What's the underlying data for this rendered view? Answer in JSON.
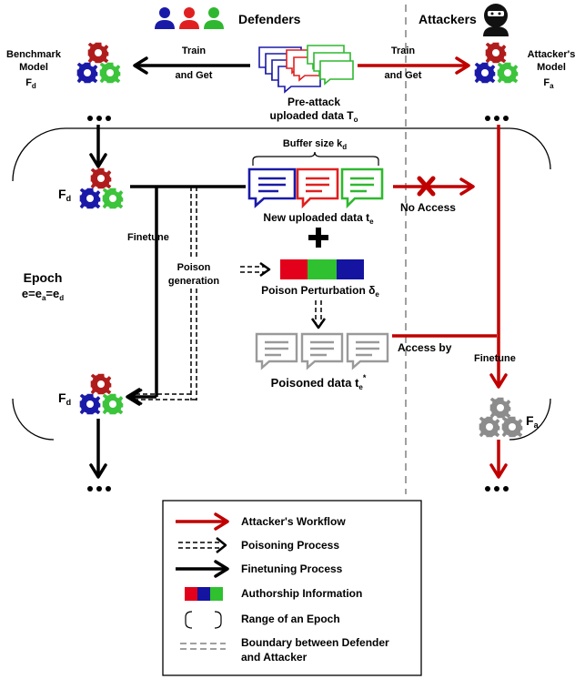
{
  "header": {
    "defenders": "Defenders",
    "attackers": "Attackers"
  },
  "defender_side": {
    "benchmark_model_line1": "Benchmark",
    "benchmark_model_line2": "Model",
    "fd_symbol": "F",
    "fd_subscript": "d",
    "train_and_get_line1": "Train",
    "train_and_get_line2": "and Get",
    "finetune": "Finetune",
    "poison_generation_line1": "Poison",
    "poison_generation_line2": "generation",
    "epoch_label": "Epoch",
    "epoch_equation": "e=e",
    "epoch_eq_sub_a": "a",
    "epoch_eq_mid": "=e",
    "epoch_eq_sub_d": "d"
  },
  "center": {
    "pre_attack_line1": "Pre-attack",
    "pre_attack_line2": "uploaded data T",
    "pre_attack_sub": "o",
    "buffer_size": "Buffer size k",
    "buffer_size_sub": "d",
    "new_uploaded": "New uploaded data t",
    "new_uploaded_sub": "e",
    "poison_perturbation": "Poison Perturbation δ",
    "poison_perturbation_sub": "e",
    "poisoned_data": "Poisoned data t",
    "poisoned_data_sub": "e",
    "poisoned_data_sup": "*",
    "no_access": "No Access",
    "access_by": "Access by"
  },
  "attacker_side": {
    "train_and_get_line1": "Train",
    "train_and_get_line2": "and Get",
    "attackers_model_line1": "Attacker's",
    "attackers_model_line2": "Model",
    "fa_symbol": "F",
    "fa_subscript": "a",
    "finetune": "Finetune",
    "ellipsis": "•••"
  },
  "legend": {
    "items": [
      {
        "icon": "red-arrow-icon",
        "label": "Attacker's Workflow"
      },
      {
        "icon": "double-dashed-arrow-icon",
        "label": "Poisoning Process"
      },
      {
        "icon": "black-arrow-icon",
        "label": "Finetuning Process"
      },
      {
        "icon": "authorship-color-bar-icon",
        "label": "Authorship Information"
      },
      {
        "icon": "bracket-icon",
        "label": "Range of an Epoch"
      },
      {
        "icon": "gray-dashed-line-icon",
        "label_line1": "Boundary between Defender",
        "label_line2": "and Attacker"
      }
    ]
  },
  "colors": {
    "red": "#c00000",
    "gear_red": "#b01c1c",
    "gear_blue": "#1a1aa8",
    "gear_green": "#3cc43c",
    "gear_gray": "#8c8c8c",
    "bar_red": "#e3001b",
    "bar_green": "#2fc12f",
    "bar_blue": "#1414a0"
  }
}
